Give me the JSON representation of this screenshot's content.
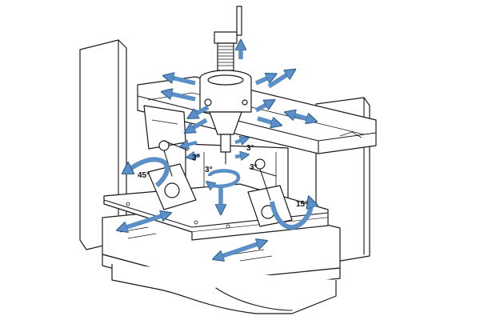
{
  "colors": {
    "arrow_fill": "#5b8fc7",
    "arrow_stroke": "#2e5f93",
    "outline": "#1a1a1a",
    "background": "#ffffff"
  },
  "labels": {
    "tilt_left": "45°",
    "tilt_right": "15°",
    "spindle_tilt_upper_right": "3°",
    "spindle_tilt_left": "3°",
    "spindle_tilt_right": "3°",
    "spindle_tilt_lower": "3°"
  },
  "icons": [
    "translation-arrow",
    "rotation-arrow"
  ]
}
